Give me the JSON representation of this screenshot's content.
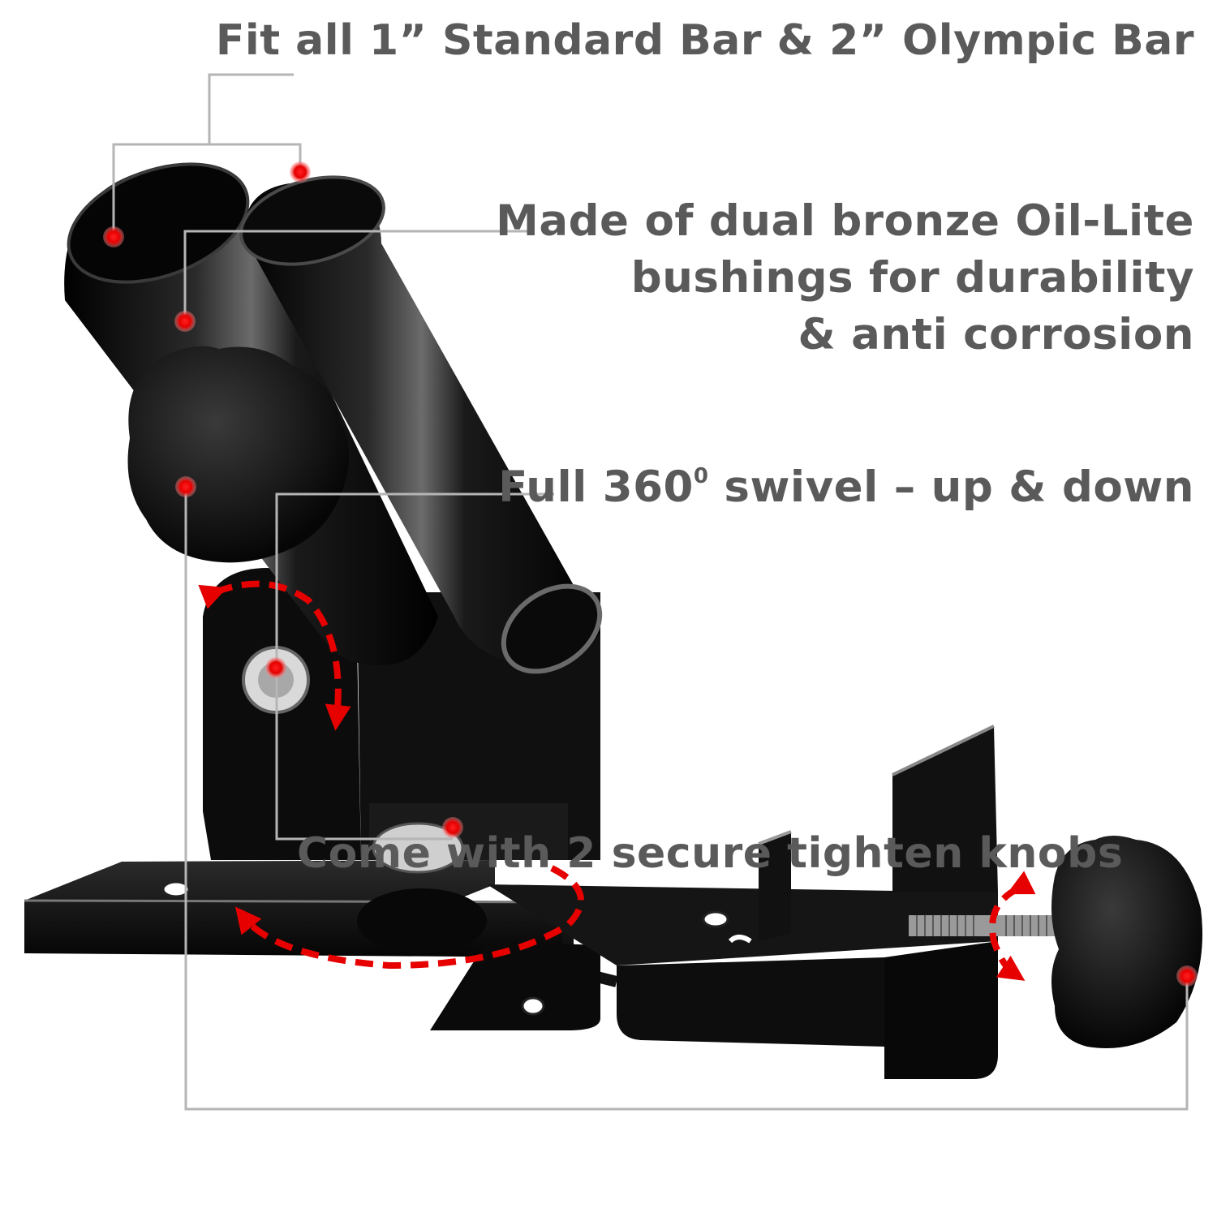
{
  "callouts": {
    "bar_fit": "Fit all 1” Standard Bar & 2” Olympic Bar",
    "bushings": [
      "Made of dual bronze Oil-Lite",
      "bushings for durability",
      "& anti corrosion"
    ],
    "swivel_prefix": "Full 360",
    "swivel_degree": "0",
    "swivel_suffix": " swivel – up & down",
    "knobs": "Come with 2 secure tighten knobs"
  },
  "colors": {
    "text": "#5a5a5a",
    "leader_line": "#b5b5b5",
    "marker": "#e60000",
    "metal": "#0b0b0b"
  }
}
